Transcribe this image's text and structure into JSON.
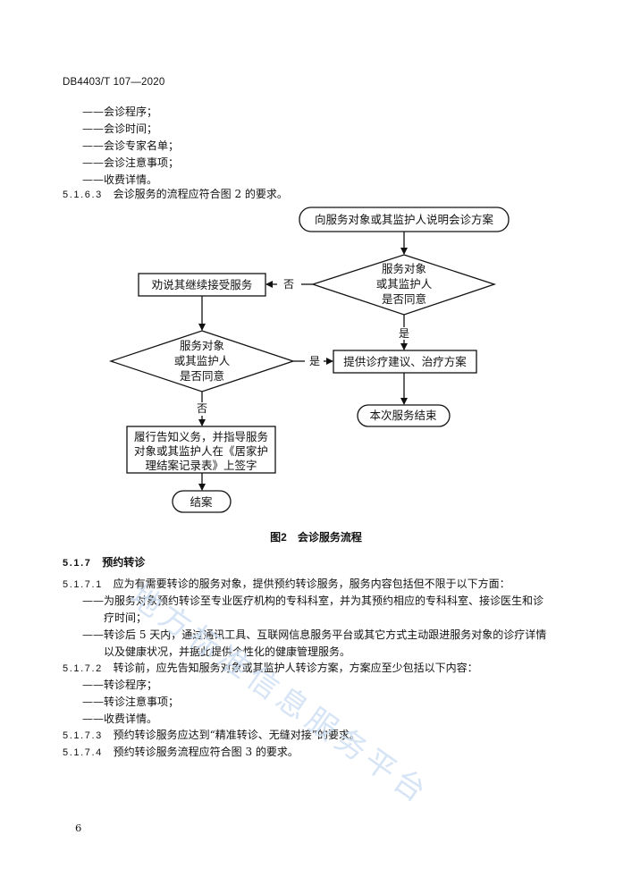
{
  "header": {
    "doc_id": "DB4403/T 107—2020"
  },
  "list_a": [
    "——会诊程序；",
    "——会诊时间；",
    "——会诊专家名单；",
    "——会诊注意事项；",
    "——收费详情。"
  ],
  "clause_5163": {
    "num": "5.1.6.3",
    "text": "会诊服务的流程应符合图 2 的要求。"
  },
  "flowchart": {
    "start": "向服务对象或其监护人说明会诊方案",
    "decision1": [
      "服务对象",
      "或其监护人",
      "是否同意"
    ],
    "persuade": "劝说其继续接受服务",
    "no1": "否",
    "yes1": "是",
    "decision2": [
      "服务对象",
      "或其监护人",
      "是否同意"
    ],
    "yes2": "是",
    "provide": "提供诊疗建议、治疗方案",
    "end_service": "本次服务结束",
    "no2": "否",
    "notify": [
      "履行告知义务，并指导服务",
      "对象或其监护人在《居家护",
      "理结案记录表》上签字"
    ],
    "close": "结案"
  },
  "figure_caption": "图2　会诊服务流程",
  "section_517": {
    "num": "5.1.7",
    "title": "预约转诊"
  },
  "clause_5171": {
    "num": "5.1.7.1",
    "text": "应为有需要转诊的服务对象，提供预约转诊服务，服务内容包括但不限于以下方面：",
    "items": [
      "——为服务对象预约转诊至专业医疗机构的专科科室，并为其预约相应的专科科室、接诊医生和诊",
      "疗时间；",
      "——转诊后 5 天内，通过通讯工具、互联网信息服务平台或其它方式主动跟进服务对象的诊疗详情",
      "以及健康状况，并据此提供个性化的健康管理服务。"
    ]
  },
  "clause_5172": {
    "num": "5.1.7.2",
    "text": "转诊前，应先告知服务对象或其监护人转诊方案，方案应至少包括以下内容：",
    "items": [
      "——转诊程序；",
      "——转诊注意事项；",
      "——收费详情。"
    ]
  },
  "clause_5173": {
    "num": "5.1.7.3",
    "text": "预约转诊服务应达到“精准转诊、无缝对接”的要求。"
  },
  "clause_5174": {
    "num": "5.1.7.4",
    "text": "预约转诊服务流程应符合图 3 的要求。"
  },
  "page_number": "6",
  "watermark": "地方标准信息服务平台"
}
